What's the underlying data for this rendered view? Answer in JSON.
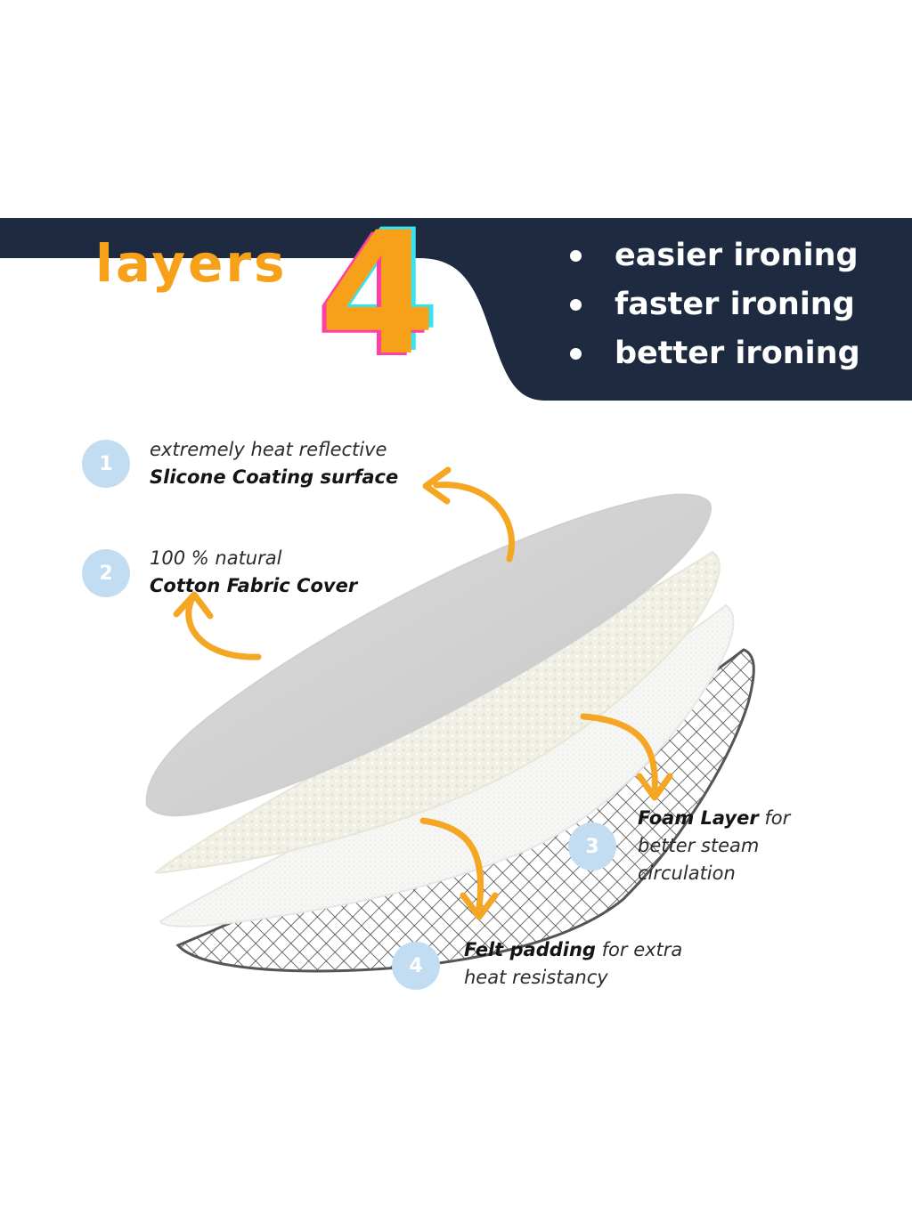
{
  "banner": {
    "heading_word": "layers",
    "heading_number": "4",
    "benefits": [
      "easier ironing",
      "faster ironing",
      "better ironing"
    ],
    "colors": {
      "navy": "#1d2a40",
      "orange": "#f7a11a",
      "pink": "#ff3fa6",
      "cyan": "#37e3f0"
    }
  },
  "callouts": [
    {
      "number": "1",
      "line1": "extremely heat reflective",
      "line2": "Slicone Coating surface"
    },
    {
      "number": "2",
      "line1": "100 % natural",
      "line2": "Cotton Fabric Cover"
    },
    {
      "number": "3",
      "bold": "Foam Layer",
      "line1_rest": " for",
      "line2": "better steam",
      "line3": "circulation"
    },
    {
      "number": "4",
      "bold": "Felt padding",
      "line1_rest": " for extra",
      "line2": "heat resistancy"
    }
  ],
  "icons": {
    "arrow": "curved-arrow-icon"
  },
  "colors": {
    "badge": "#c2ddf1",
    "arrow": "#f5a623"
  }
}
